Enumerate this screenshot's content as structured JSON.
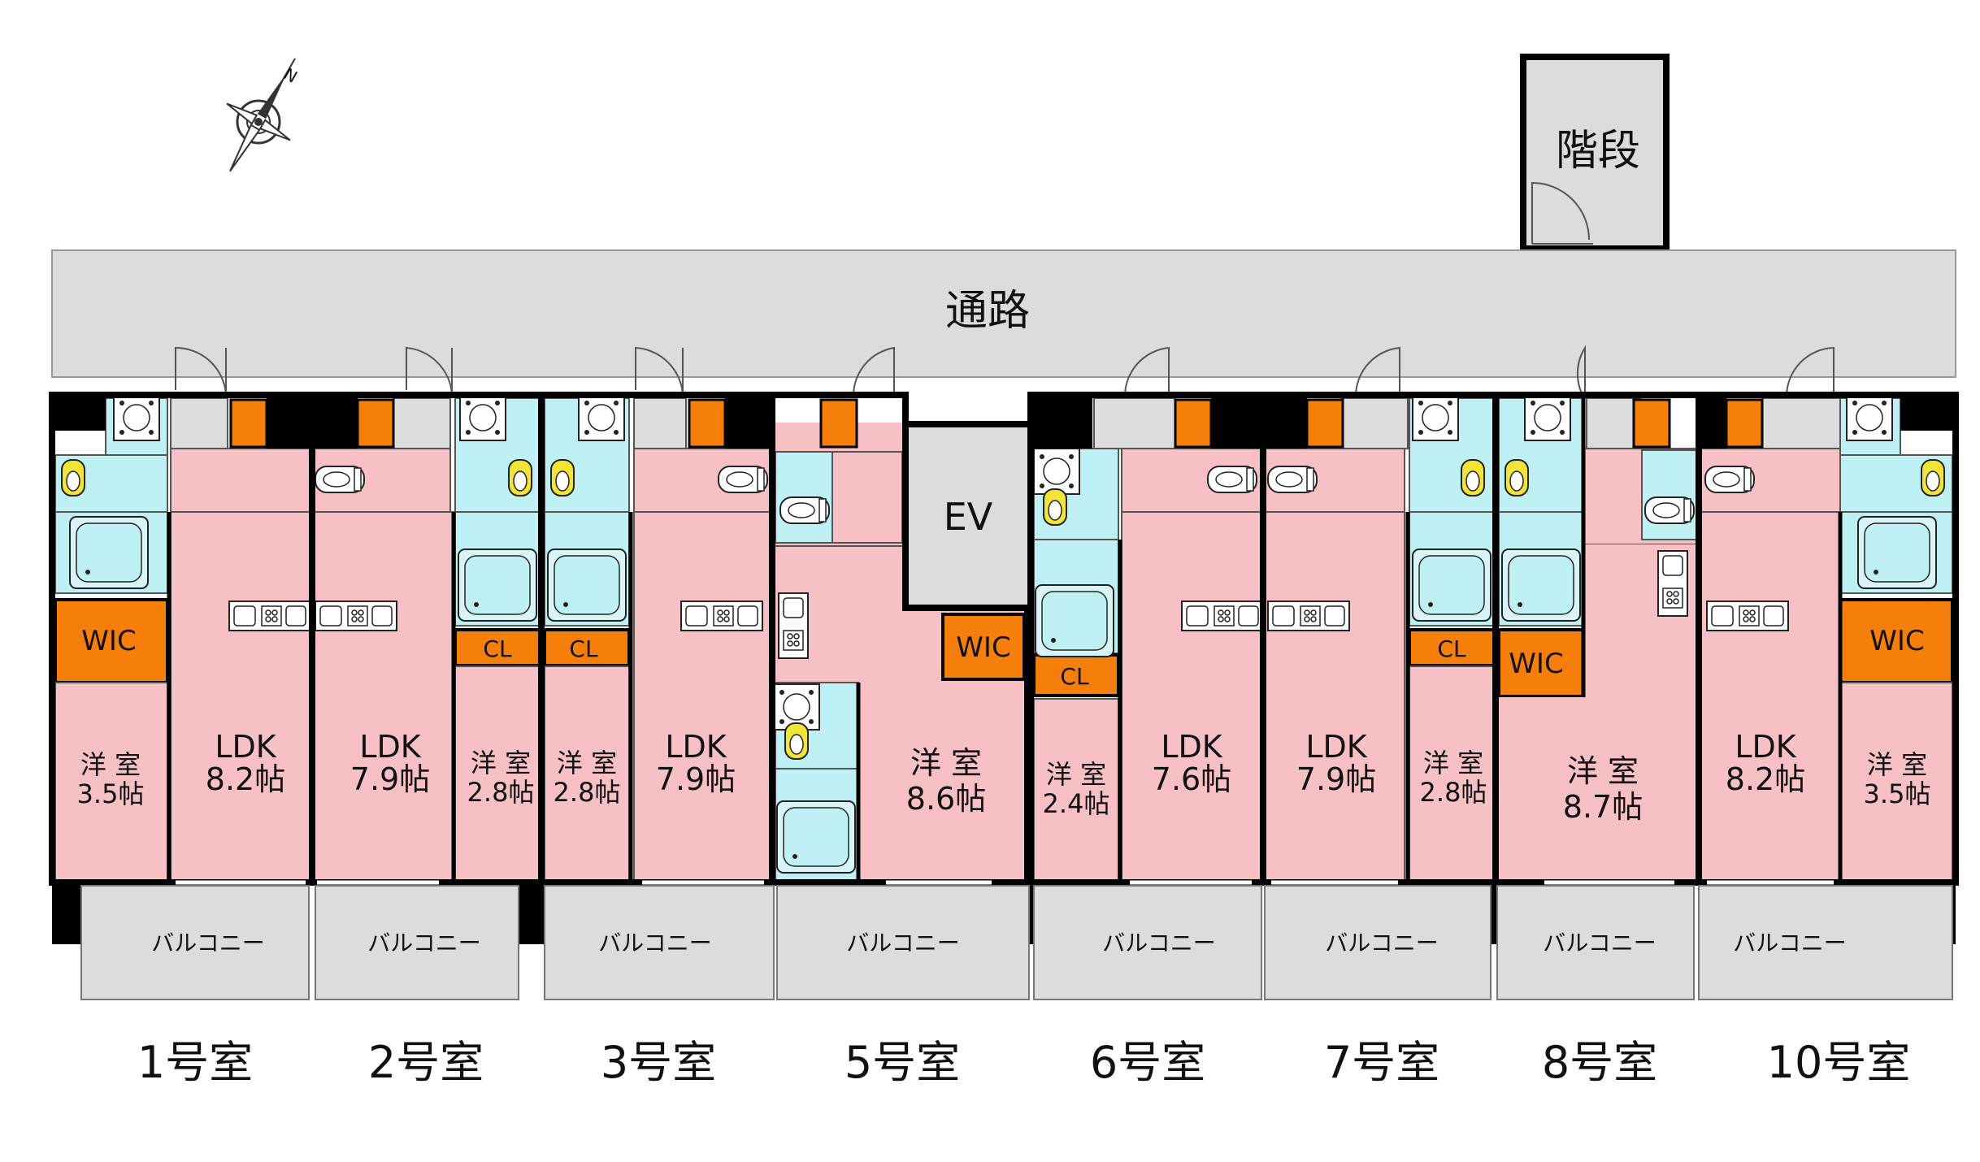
{
  "labels": {
    "stairs": "階段",
    "corridor": "通路",
    "elevator": "EV",
    "balcony": "バルコニー",
    "compass_n": "N"
  },
  "units": [
    {
      "name": "1号室",
      "western_label": "洋 室",
      "western_size": "3.5帖",
      "ldk_label": "LDK",
      "ldk_size": "8.2帖",
      "storage": "WIC"
    },
    {
      "name": "2号室",
      "ldk_label": "LDK",
      "ldk_size": "7.9帖",
      "western_label": "洋 室",
      "western_size": "2.8帖",
      "storage": "CL"
    },
    {
      "name": "3号室",
      "western_label": "洋 室",
      "western_size": "2.8帖",
      "ldk_label": "LDK",
      "ldk_size": "7.9帖",
      "storage": "CL"
    },
    {
      "name": "5号室",
      "western_label": "洋 室",
      "western_size": "8.6帖",
      "storage": "WIC"
    },
    {
      "name": "6号室",
      "western_label": "洋 室",
      "western_size": "2.4帖",
      "ldk_label": "LDK",
      "ldk_size": "7.6帖",
      "storage": "CL"
    },
    {
      "name": "7号室",
      "ldk_label": "LDK",
      "ldk_size": "7.9帖",
      "western_label": "洋 室",
      "western_size": "2.8帖",
      "storage": "CL"
    },
    {
      "name": "8号室",
      "western_label": "洋 室",
      "western_size": "8.7帖",
      "storage": "WIC"
    },
    {
      "name": "10号室",
      "ldk_label": "LDK",
      "ldk_size": "8.2帖",
      "western_label": "洋 室",
      "western_size": "3.5帖",
      "storage": "WIC"
    }
  ],
  "colors": {
    "room_pink": "#f6c0c4",
    "wet_cyan": "#bff0f4",
    "common_gray": "#dcdcdc",
    "storage_orange": "#f57f0a",
    "wall_black": "#000000",
    "toilet_yellow": "#f3e43a"
  }
}
